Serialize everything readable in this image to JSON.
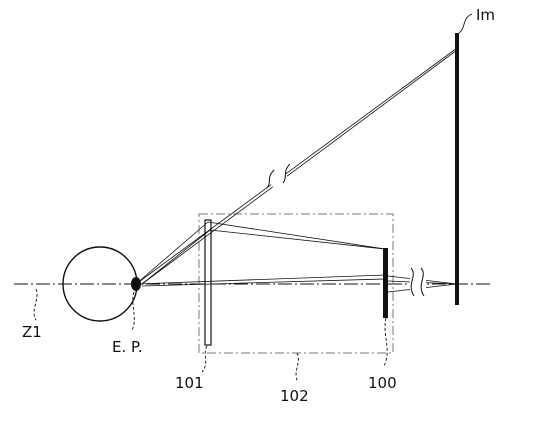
{
  "labels": {
    "image_plane": "Im",
    "axis": "Z1",
    "eye_point": "E. P.",
    "element_101": "101",
    "element_102": "102",
    "element_100": "100"
  },
  "colors": {
    "line": "#111111",
    "dash_box": "#777777",
    "background": "#ffffff"
  }
}
